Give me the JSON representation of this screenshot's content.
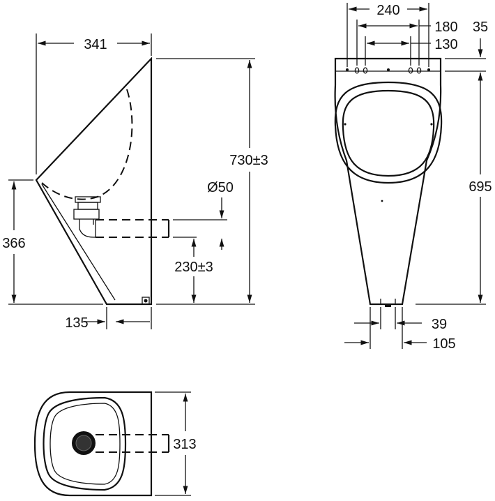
{
  "drawing": {
    "side_view": {
      "width_label": "341",
      "height_label": "730±3",
      "lower_height_label": "366",
      "base_depth_label": "135",
      "pipe_diameter_label": "Ø50",
      "pipe_height_label": "230±3"
    },
    "front_view": {
      "top_width_label": "240",
      "hole_spacing_180_label": "180",
      "hole_spacing_130_label": "130",
      "top_offset_label": "35",
      "body_height_label": "695",
      "bottom_width_label": "39",
      "bottom_outer_label": "105"
    },
    "top_view": {
      "depth_label": "313"
    }
  }
}
